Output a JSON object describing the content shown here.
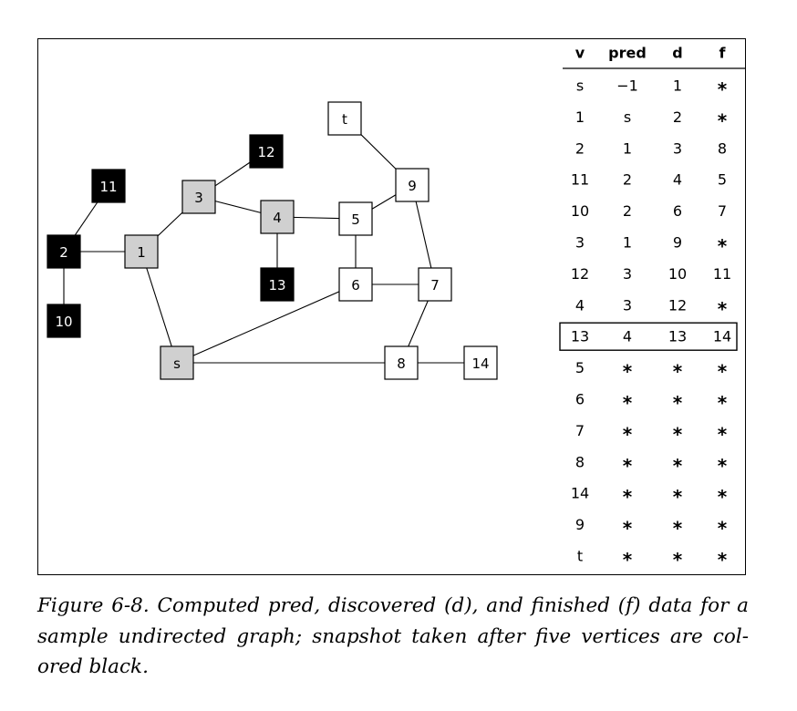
{
  "graph": {
    "nodes": [
      {
        "id": "s",
        "label": "s",
        "state": "gray"
      },
      {
        "id": "1",
        "label": "1",
        "state": "gray"
      },
      {
        "id": "2",
        "label": "2",
        "state": "black"
      },
      {
        "id": "3",
        "label": "3",
        "state": "gray"
      },
      {
        "id": "4",
        "label": "4",
        "state": "gray"
      },
      {
        "id": "5",
        "label": "5",
        "state": "white"
      },
      {
        "id": "6",
        "label": "6",
        "state": "white"
      },
      {
        "id": "7",
        "label": "7",
        "state": "white"
      },
      {
        "id": "8",
        "label": "8",
        "state": "white"
      },
      {
        "id": "9",
        "label": "9",
        "state": "white"
      },
      {
        "id": "10",
        "label": "10",
        "state": "black"
      },
      {
        "id": "11",
        "label": "11",
        "state": "black"
      },
      {
        "id": "12",
        "label": "12",
        "state": "black"
      },
      {
        "id": "13",
        "label": "13",
        "state": "black"
      },
      {
        "id": "14",
        "label": "14",
        "state": "white"
      },
      {
        "id": "t",
        "label": "t",
        "state": "white"
      }
    ],
    "edges": [
      [
        "11",
        "2"
      ],
      [
        "2",
        "1"
      ],
      [
        "2",
        "10"
      ],
      [
        "1",
        "3"
      ],
      [
        "1",
        "s"
      ],
      [
        "3",
        "12"
      ],
      [
        "3",
        "4"
      ],
      [
        "4",
        "5"
      ],
      [
        "4",
        "13"
      ],
      [
        "5",
        "9"
      ],
      [
        "5",
        "6"
      ],
      [
        "6",
        "7"
      ],
      [
        "6",
        "s"
      ],
      [
        "9",
        "t"
      ],
      [
        "9",
        "7"
      ],
      [
        "7",
        "8"
      ],
      [
        "s",
        "8"
      ],
      [
        "8",
        "14"
      ]
    ],
    "colors": {
      "white": "#ffffff",
      "gray": "#d0d0d0",
      "black": "#000000"
    }
  },
  "table": {
    "headers": [
      "v",
      "pred",
      "d",
      "f"
    ],
    "rows": [
      [
        "s",
        "−1",
        "1",
        "*"
      ],
      [
        "1",
        "s",
        "2",
        "*"
      ],
      [
        "2",
        "1",
        "3",
        "8"
      ],
      [
        "11",
        "2",
        "4",
        "5"
      ],
      [
        "10",
        "2",
        "6",
        "7"
      ],
      [
        "3",
        "1",
        "9",
        "*"
      ],
      [
        "12",
        "3",
        "10",
        "11"
      ],
      [
        "4",
        "3",
        "12",
        "*"
      ],
      [
        "13",
        "4",
        "13",
        "14"
      ],
      [
        "5",
        "*",
        "*",
        "*"
      ],
      [
        "6",
        "*",
        "*",
        "*"
      ],
      [
        "7",
        "*",
        "*",
        "*"
      ],
      [
        "8",
        "*",
        "*",
        "*"
      ],
      [
        "14",
        "*",
        "*",
        "*"
      ],
      [
        "9",
        "*",
        "*",
        "*"
      ],
      [
        "t",
        "*",
        "*",
        "*"
      ]
    ],
    "highlighted_row_index": 8
  },
  "caption": {
    "line1": "Figure 6-8. Computed pred, discovered (d), and finished (f) data for a",
    "line2": "sample undirected graph; snapshot taken after five vertices are col-",
    "line3": "ored black."
  }
}
